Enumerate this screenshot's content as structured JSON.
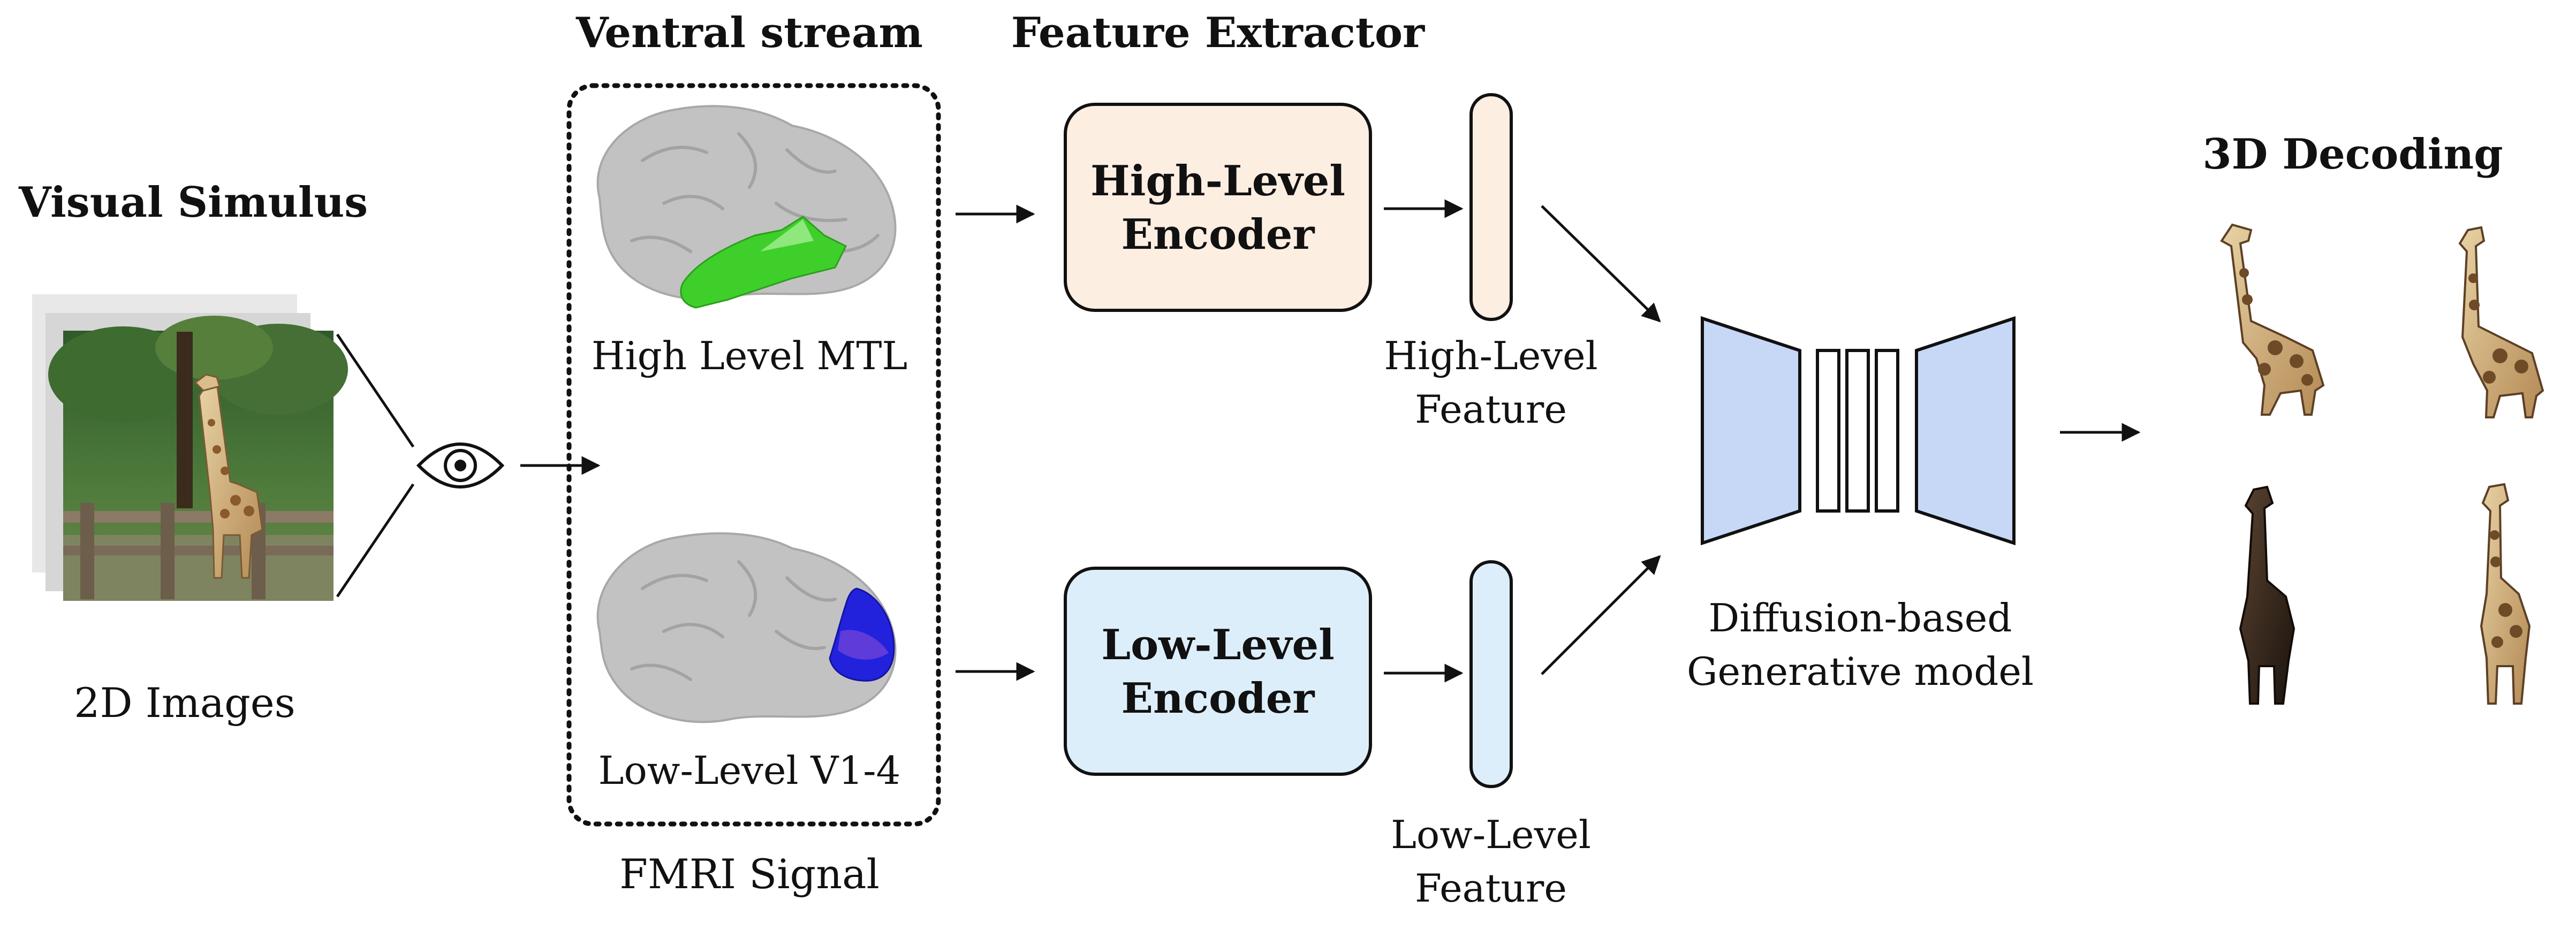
{
  "sections": {
    "visual_stimulus": "Visual Simulus",
    "ventral_stream": "Ventral stream",
    "feature_extractor": "Feature Extractor",
    "decoding_3d": "3D Decoding"
  },
  "input": {
    "caption": "2D Images"
  },
  "ventral": {
    "high_label": "High Level MTL",
    "low_label": "Low-Level V1-4",
    "caption": "FMRI Signal"
  },
  "encoders": {
    "high": {
      "line1": "High-Level",
      "line2": "Encoder",
      "fill": "#fdeee2"
    },
    "low": {
      "line1": "Low-Level",
      "line2": "Encoder",
      "fill": "#ddeefb"
    }
  },
  "features": {
    "high": {
      "line1": "High-Level",
      "line2": "Feature"
    },
    "low": {
      "line1": "Low-Level",
      "line2": "Feature"
    }
  },
  "generator": {
    "line1": "Diffusion-based",
    "line2": "Generative model",
    "fill": "#c6d8f6"
  },
  "colors": {
    "mtl_region": "#3fcf2a",
    "v1_4_region": "#2222dd",
    "brain": "#bdbdbd"
  }
}
